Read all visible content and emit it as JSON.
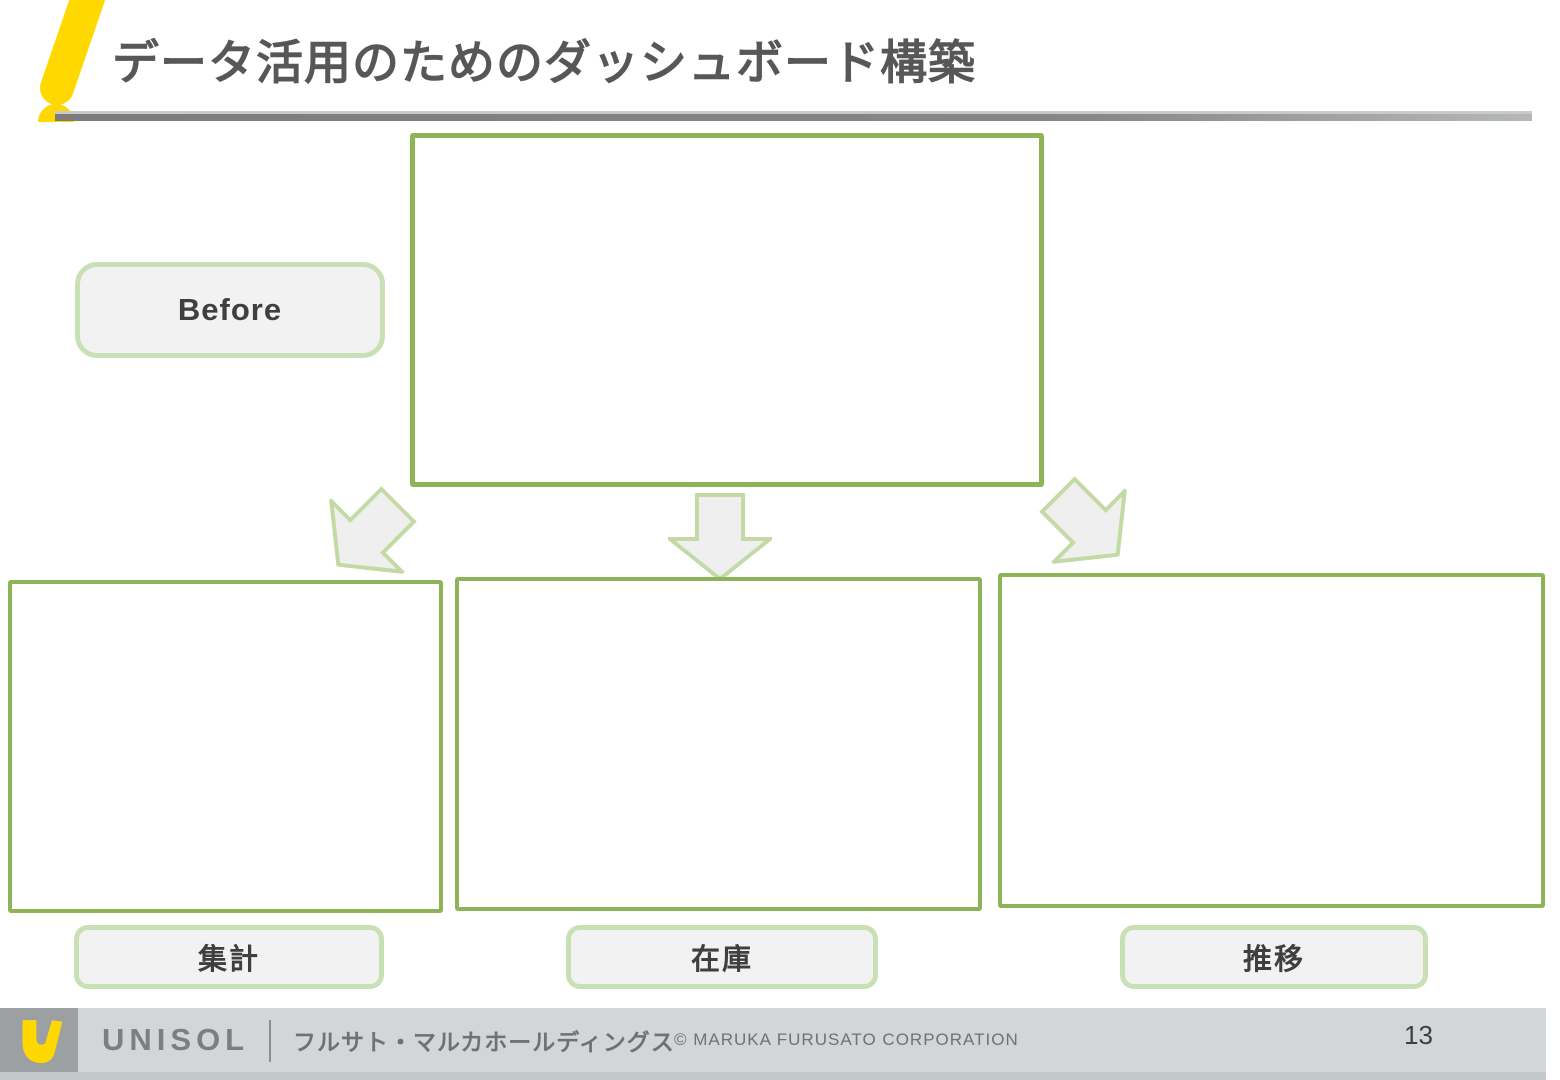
{
  "slide": {
    "title": "データ活用のためのダッシュボード構築",
    "badges": {
      "before": "Before",
      "box1": "集計",
      "box2": "在庫",
      "box3": "推移"
    }
  },
  "footer": {
    "brand": "UNISOL",
    "company": "フルサト・マルカホールディングス",
    "copyright": "© MARUKA FURUSATO CORPORATION",
    "page_number": "13"
  },
  "icons": {
    "accent_slash": "yellow-exclamation-slash",
    "arrow_left": "arrow-down-left",
    "arrow_mid": "arrow-down",
    "arrow_right": "arrow-down-right",
    "brand_mark": "unisol-u-logo"
  },
  "colors": {
    "box_border_green": "#8eb458",
    "badge_border_green": "#c9e0b4",
    "badge_fill": "#f2f2f2",
    "arrow_fill": "#efefef",
    "arrow_border": "#c3daa5",
    "accent_yellow": "#ffd800",
    "title_text": "#575757",
    "title_rule_gray": "#878787",
    "footer_band": "#d3d6d8",
    "footer_logo_square": "#9ca0a2"
  }
}
